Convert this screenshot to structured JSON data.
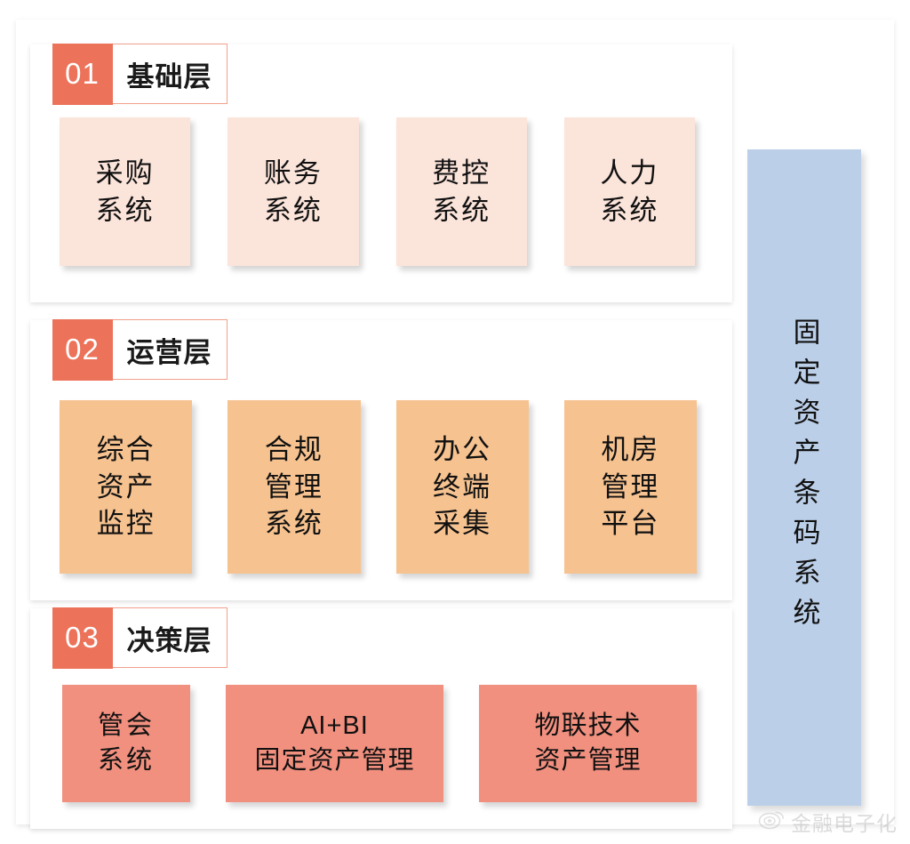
{
  "diagram": {
    "type": "layered-architecture",
    "colors": {
      "badge_number_bg": "#EC7259",
      "badge_border": "#F2A08D",
      "layer1_box": "#FBE4DA",
      "layer2_box": "#F6C290",
      "layer3_box": "#F1907F",
      "side_panel": "#BCCFE8",
      "panel_bg": "#FFFFFF",
      "text": "#111111"
    },
    "layers": [
      {
        "number": "01",
        "title": "基础层",
        "items": [
          {
            "lines": [
              "采购",
              "系统"
            ]
          },
          {
            "lines": [
              "账务",
              "系统"
            ]
          },
          {
            "lines": [
              "费控",
              "系统"
            ]
          },
          {
            "lines": [
              "人力",
              "系统"
            ]
          }
        ]
      },
      {
        "number": "02",
        "title": "运营层",
        "items": [
          {
            "lines": [
              "综合",
              "资产",
              "监控"
            ]
          },
          {
            "lines": [
              "合规",
              "管理",
              "系统"
            ]
          },
          {
            "lines": [
              "办公",
              "终端",
              "采集"
            ]
          },
          {
            "lines": [
              "机房",
              "管理",
              "平台"
            ]
          }
        ]
      },
      {
        "number": "03",
        "title": "决策层",
        "items": [
          {
            "lines": [
              "管会",
              "系统"
            ]
          },
          {
            "lines": [
              "AI+BI",
              "固定资产管理"
            ]
          },
          {
            "lines": [
              "物联技术",
              "资产管理"
            ]
          }
        ]
      }
    ],
    "side_panel": {
      "label": "固定资产条码系统"
    }
  },
  "watermark": {
    "icon": "weibo-eye-icon",
    "text": "金融电子化"
  }
}
